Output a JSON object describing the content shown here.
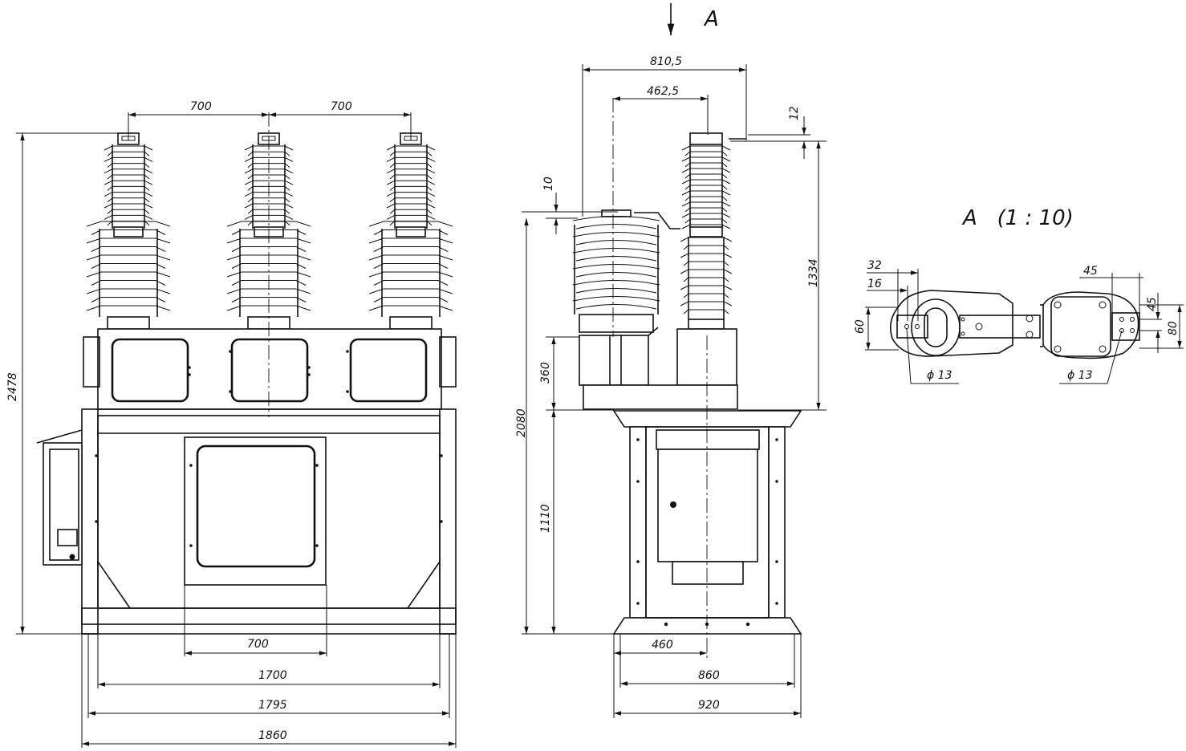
{
  "view_label": "A",
  "detail_title": "A   (1 : 10)",
  "dims_front": {
    "pitch_left": "700",
    "pitch_right": "700",
    "height_total": "2478",
    "window": "700",
    "rail_inner": "1700",
    "rail_mid": "1795",
    "base_total": "1860"
  },
  "dims_side": {
    "top_offset": "810,5",
    "mid_offset": "462,5",
    "terminal": "12",
    "cap": "10",
    "insulator_height": "1334",
    "tank_height": "360",
    "overall_height": "2080",
    "frame_height": "1110",
    "base_offset": "460",
    "base_inner": "860",
    "base_total": "920"
  },
  "dims_detail": {
    "d32": "32",
    "d16": "16",
    "d60": "60",
    "d45_top": "45",
    "d45_side": "45",
    "d80": "80",
    "hole_left": "ϕ 13",
    "hole_right": "ϕ 13"
  }
}
